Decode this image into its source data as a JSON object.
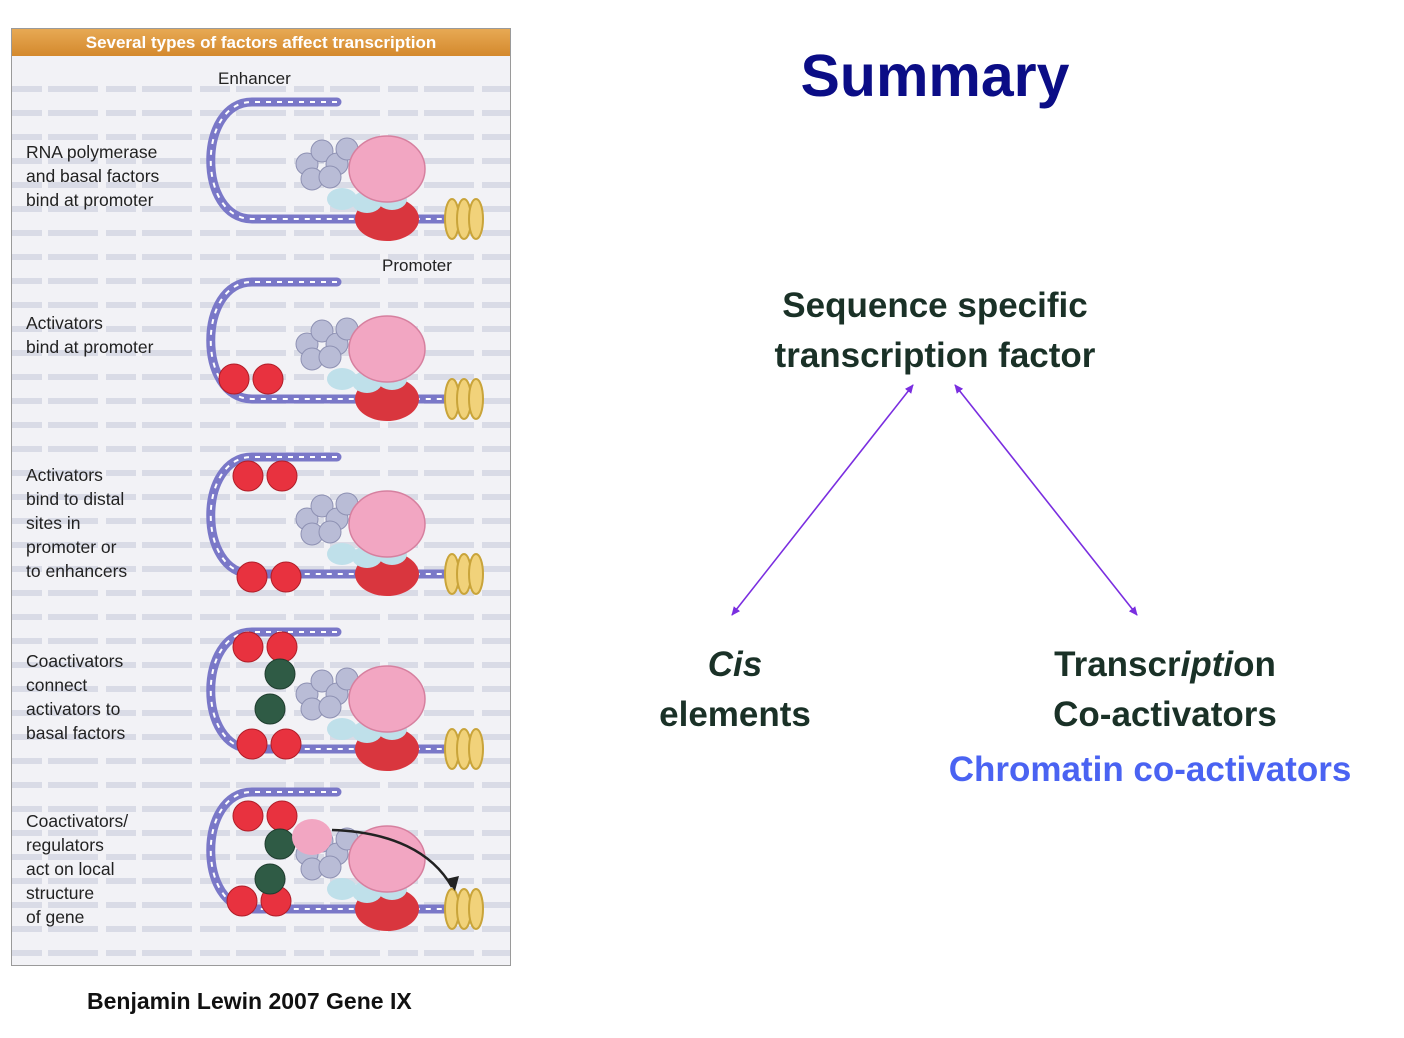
{
  "figure": {
    "header": "Several types of factors affect transcription",
    "labels": {
      "enhancer": "Enhancer",
      "promoter": "Promoter"
    },
    "steps": [
      {
        "caption": "RNA polymerase\nand basal factors\nbind at promoter"
      },
      {
        "caption": "Activators\nbind at promoter"
      },
      {
        "caption": "Activators\nbind to distal\nsites in\npromoter or\nto enhancers"
      },
      {
        "caption": "Coactivators\nconnect\nactivators to\nbasal factors"
      },
      {
        "caption": "Coactivators/\nregulators\nact on local\nstructure\nof gene"
      }
    ],
    "citation": "Benjamin Lewin 2007 Gene IX"
  },
  "summary": {
    "title": "Summary",
    "center": {
      "line1": "Sequence specific",
      "line2": "transcription factor"
    },
    "left": {
      "line1": "Cis",
      "line2": "elements"
    },
    "right": {
      "line1_a": "Transcr",
      "line1_b": "ipti",
      "line1_c": "on",
      "line2": "Co-activators"
    },
    "sub": "Chromatin co-activators"
  },
  "colors": {
    "title": "#0b0d86",
    "node_text": "#1a3127",
    "sub_text": "#4a63f2",
    "arrow": "#7a2ee0",
    "header_bg": "#d4892d",
    "activator": "#e8323f",
    "coactivator": "#2f5b45",
    "polymerase": "#f2a6c2",
    "basal_factor": "#b9bcd6",
    "dna": "#7a78c8"
  }
}
